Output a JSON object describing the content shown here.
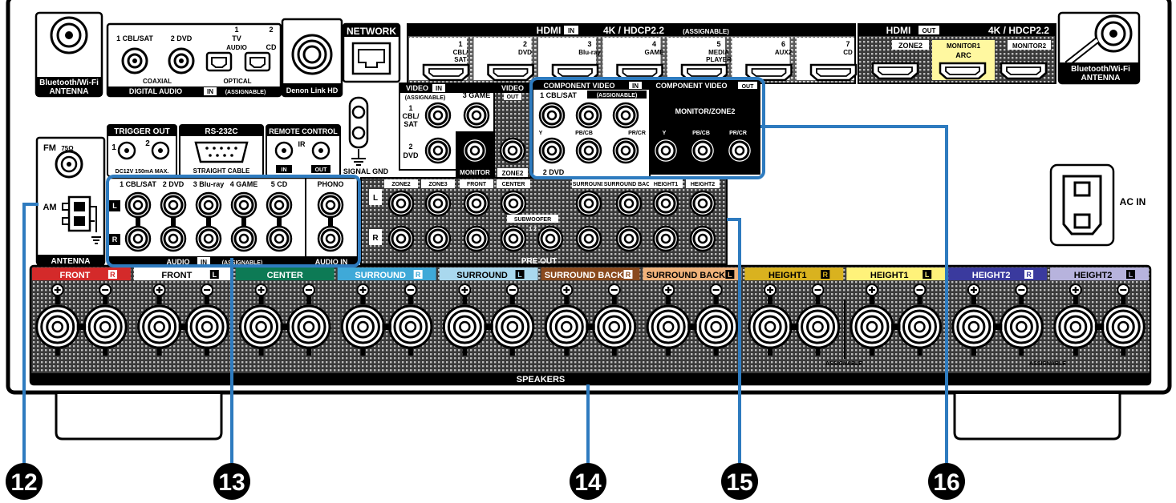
{
  "antenna_wifi_left": {
    "label1": "Bluetooth/Wi-Fi",
    "label2": "ANTENNA"
  },
  "antenna_wifi_right": {
    "label1": "Bluetooth/Wi-Fi",
    "label2": "ANTENNA"
  },
  "digital_audio": {
    "coaxial_inputs": [
      "1 CBL/SAT",
      "2 DVD"
    ],
    "optical_inputs": [
      "1",
      "TV",
      "AUDIO",
      "2",
      "CD"
    ],
    "coaxial_label": "COAXIAL",
    "optical_label": "OPTICAL",
    "section_label": "DIGITAL AUDIO",
    "in_badge": "IN",
    "assignable": "(ASSIGNABLE)"
  },
  "denon_link": "Denon Link HD",
  "network": "NETWORK",
  "hdmi_in": {
    "title": "HDMI",
    "in_badge": "IN",
    "spec": "4K / HDCP2.2",
    "assignable": "(ASSIGNABLE)",
    "inputs": [
      {
        "num": "1",
        "name": "CBL/",
        "name2": "SAT"
      },
      {
        "num": "2",
        "name": "DVD",
        "name2": ""
      },
      {
        "num": "3",
        "name": "Blu-ray",
        "name2": ""
      },
      {
        "num": "4",
        "name": "GAME",
        "name2": ""
      },
      {
        "num": "5",
        "name": "MEDIA",
        "name2": "PLAYER"
      },
      {
        "num": "6",
        "name": "AUX2",
        "name2": ""
      },
      {
        "num": "7",
        "name": "CD",
        "name2": ""
      }
    ]
  },
  "hdmi_out": {
    "title": "HDMI",
    "out_badge": "OUT",
    "spec": "4K / HDCP2.2",
    "outputs": [
      "ZONE2",
      "MONITOR1",
      "ARC",
      "MONITOR2"
    ]
  },
  "video_in": {
    "title": "VIDEO",
    "in_badge": "IN",
    "assignable": "(ASSIGNABLE)",
    "inputs": [
      "1",
      "CBL/",
      "SAT",
      "2",
      "DVD",
      "3 GAME"
    ]
  },
  "video_out": {
    "title": "VIDEO",
    "out_badge": "OUT",
    "monitor": "MONITOR",
    "zone2": "ZONE2"
  },
  "component_in": {
    "title": "COMPONENT VIDEO",
    "in_badge": "IN",
    "in1": "1 CBL/SAT",
    "assignable": "(ASSIGNABLE)",
    "y": "Y",
    "pb": "PB/CB",
    "pr": "PR/CR",
    "in2": "2 DVD"
  },
  "component_out": {
    "title": "COMPONENT VIDEO",
    "out_badge": "OUT",
    "zone": "MONITOR/ZONE2",
    "y": "Y",
    "pb": "PB/CB",
    "pr": "PR/CR"
  },
  "trigger_out": {
    "title": "TRIGGER OUT",
    "j1": "1",
    "j2": "2",
    "spec": "DC12V 150mA MAX."
  },
  "rs232c": {
    "title": "RS-232C",
    "caption": "STRAIGHT CABLE"
  },
  "remote_control": {
    "title": "REMOTE CONTROL",
    "ir": "IR",
    "in_badge": "IN",
    "out_badge": "OUT"
  },
  "signal_gnd": "SIGNAL GND",
  "antenna": {
    "fm": "FM",
    "ohm": "75Ω",
    "am": "AM",
    "label": "ANTENNA"
  },
  "audio_in": {
    "inputs": [
      "1 CBL/SAT",
      "2 DVD",
      "3 Blu-ray",
      "4 GAME",
      "5 CD"
    ],
    "phono": "PHONO",
    "l": "L",
    "r": "R",
    "section_label": "AUDIO",
    "in_badge": "IN",
    "assignable": "(ASSIGNABLE)",
    "audio_in_label": "AUDIO IN"
  },
  "pre_out": {
    "channels": [
      "ZONE2",
      "ZONE3",
      "FRONT",
      "CENTER",
      "SURROUND",
      "SURROUND BACK",
      "HEIGHT1",
      "HEIGHT2"
    ],
    "subwoofer": "SUBWOOFER",
    "sub_nums": "1  2",
    "l": "L",
    "r": "R",
    "label": "PRE OUT"
  },
  "speakers": {
    "label": "SPEAKERS",
    "assignable": "ASSIGNABLE",
    "channels": [
      {
        "name": "FRONT",
        "side": "R",
        "color": "#d42a2a"
      },
      {
        "name": "FRONT",
        "side": "L",
        "color": "#ffffff"
      },
      {
        "name": "CENTER",
        "side": "",
        "color": "#0d7a55"
      },
      {
        "name": "SURROUND",
        "side": "R",
        "color": "#3fa9d8"
      },
      {
        "name": "SURROUND",
        "side": "L",
        "color": "#a9d8ee"
      },
      {
        "name": "SURROUND BACK",
        "side": "R",
        "color": "#8a4a1e"
      },
      {
        "name": "SURROUND BACK",
        "side": "L",
        "color": "#f0b27a"
      },
      {
        "name": "HEIGHT1",
        "side": "R",
        "color": "#d9b21f"
      },
      {
        "name": "HEIGHT1",
        "side": "L",
        "color": "#fff27a"
      },
      {
        "name": "HEIGHT2",
        "side": "R",
        "color": "#3a3a9e"
      },
      {
        "name": "HEIGHT2",
        "side": "L",
        "color": "#b7b3dd"
      }
    ]
  },
  "ac_in": "AC IN",
  "callouts": [
    "12",
    "13",
    "14",
    "15",
    "16"
  ],
  "callout_color": "#2e7bbf"
}
